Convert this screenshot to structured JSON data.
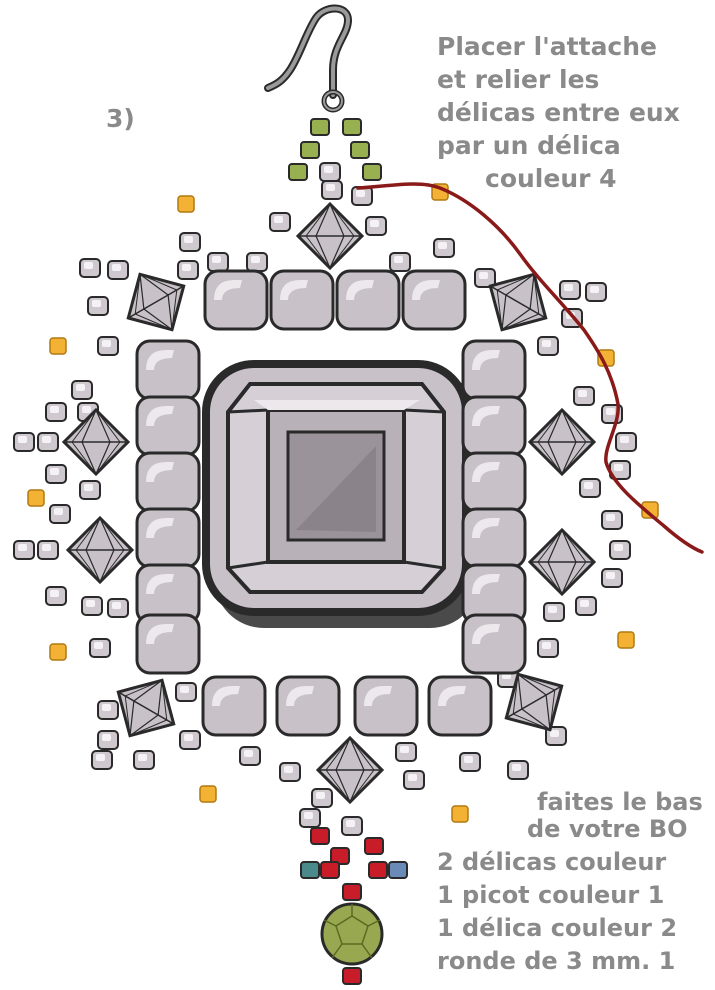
{
  "step_label": "3)",
  "instruction": [
    "Placer l'attache",
    "et relier les",
    "délicas entre eux",
    "par un délica",
    "couleur 4"
  ],
  "bottom_text": [
    "faites le bas",
    "de votre BO",
    "2 délicas couleur",
    "1 picot couleur 1",
    "1 délica couleur 2",
    "ronde de 3 mm. 1"
  ],
  "colors": {
    "bead_gray": "#c8c2c8",
    "bead_outline": "#2a2a2a",
    "crystal_dark": "#5a5a5a",
    "delica_gold": "#f4b234",
    "delica_green": "#98b050",
    "delica_red": "#c81c28",
    "delica_teal": "#4a8a8a",
    "delica_blue": "#6a8ab8",
    "thread": "#8a1a1a",
    "round_bead": "#98a850",
    "text": "#8a8a8a"
  }
}
